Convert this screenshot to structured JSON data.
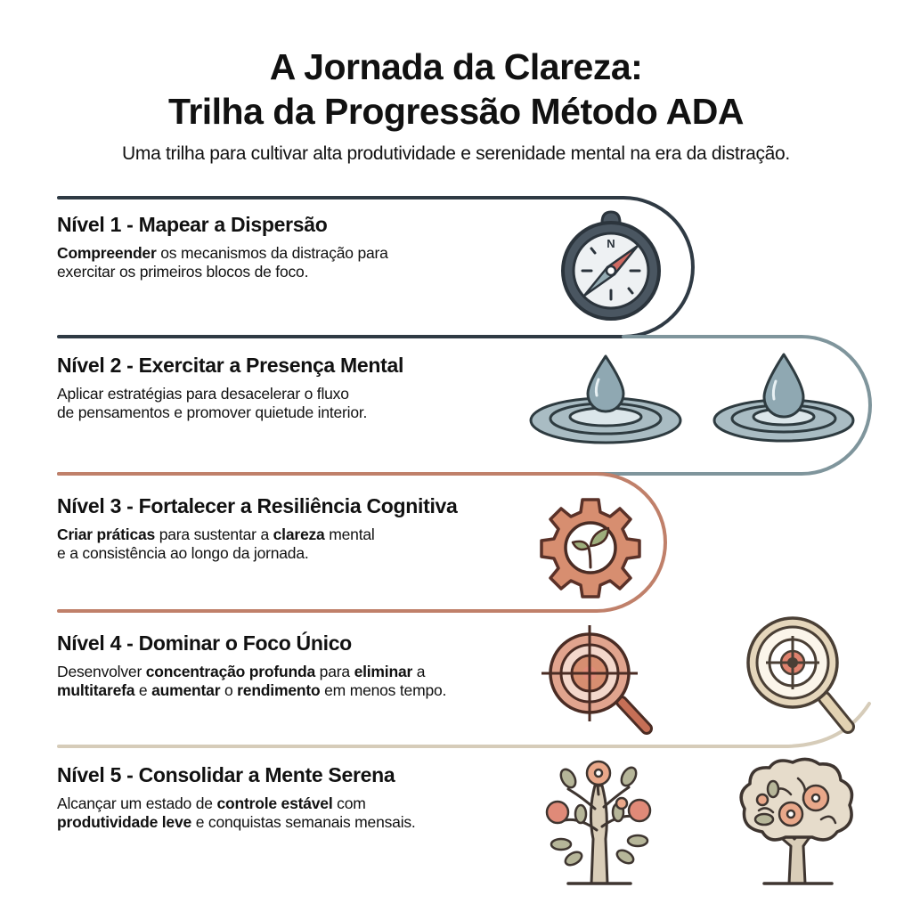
{
  "header": {
    "title_line1": "A Jornada da Clareza:",
    "title_line2": "Trilha da Progressão Método ADA",
    "subtitle": "Uma trilha para cultivar alta produtividade e serenidade mental na era da distração."
  },
  "colors": {
    "level1": "#2f3a44",
    "level2": "#7f959c",
    "level3": "#c0806a",
    "level4": "#c9a38e",
    "level5": "#d6ccb9"
  },
  "levels": [
    {
      "title": "Nível 1 - Mapear a Dispersão",
      "desc": [
        {
          "t": "Compreender",
          "b": true
        },
        {
          "t": " os mecanismos da distração para",
          "b": false
        },
        {
          "br": true
        },
        {
          "t": "exercitar os primeiros blocos de foco.",
          "b": false
        }
      ],
      "icons": [
        "compass-icon"
      ]
    },
    {
      "title": "Nível 2 - Exercitar a Presença Mental",
      "desc": [
        {
          "t": "Aplicar estratégias para desacelerar o fluxo",
          "b": false
        },
        {
          "br": true
        },
        {
          "t": "de pensamentos e promover quietude interior.",
          "b": false
        }
      ],
      "icons": [
        "water-drop-ripple-icon",
        "water-drop-ripple-icon"
      ]
    },
    {
      "title": "Nível 3 - Fortalecer a Resiliência Cognitiva",
      "desc": [
        {
          "t": "Criar práticas",
          "b": true
        },
        {
          "t": " para sustentar a ",
          "b": false
        },
        {
          "t": "clareza",
          "b": true
        },
        {
          "t": " mental",
          "b": false
        },
        {
          "br": true
        },
        {
          "t": "e a consistência ao longo da jornada.",
          "b": false
        }
      ],
      "icons": [
        "gear-sprout-icon"
      ]
    },
    {
      "title": "Nível 4 - Dominar o Foco Único",
      "desc": [
        {
          "t": "Desenvolver ",
          "b": false
        },
        {
          "t": "concentração profunda",
          "b": true
        },
        {
          "t": " para ",
          "b": false
        },
        {
          "t": "eliminar",
          "b": true
        },
        {
          "t": " a",
          "b": false
        },
        {
          "br": true
        },
        {
          "t": "multitarefa",
          "b": true
        },
        {
          "t": " e ",
          "b": false
        },
        {
          "t": "aumentar",
          "b": true
        },
        {
          "t": " o ",
          "b": false
        },
        {
          "t": "rendimento",
          "b": true
        },
        {
          "t": " em menos tempo.",
          "b": false
        }
      ],
      "icons": [
        "target-magnifier-icon",
        "target-magnifier-icon"
      ]
    },
    {
      "title": "Nível 5 - Consolidar a Mente Serena",
      "desc": [
        {
          "t": "Alcançar um estado de ",
          "b": false
        },
        {
          "t": "controle estável",
          "b": true
        },
        {
          "t": " com",
          "b": false
        },
        {
          "br": true
        },
        {
          "t": "produtividade leve",
          "b": true
        },
        {
          "t": " e conquistas semanais mensais.",
          "b": false
        }
      ],
      "icons": [
        "flowering-tree-icon",
        "brain-tree-icon"
      ]
    }
  ]
}
